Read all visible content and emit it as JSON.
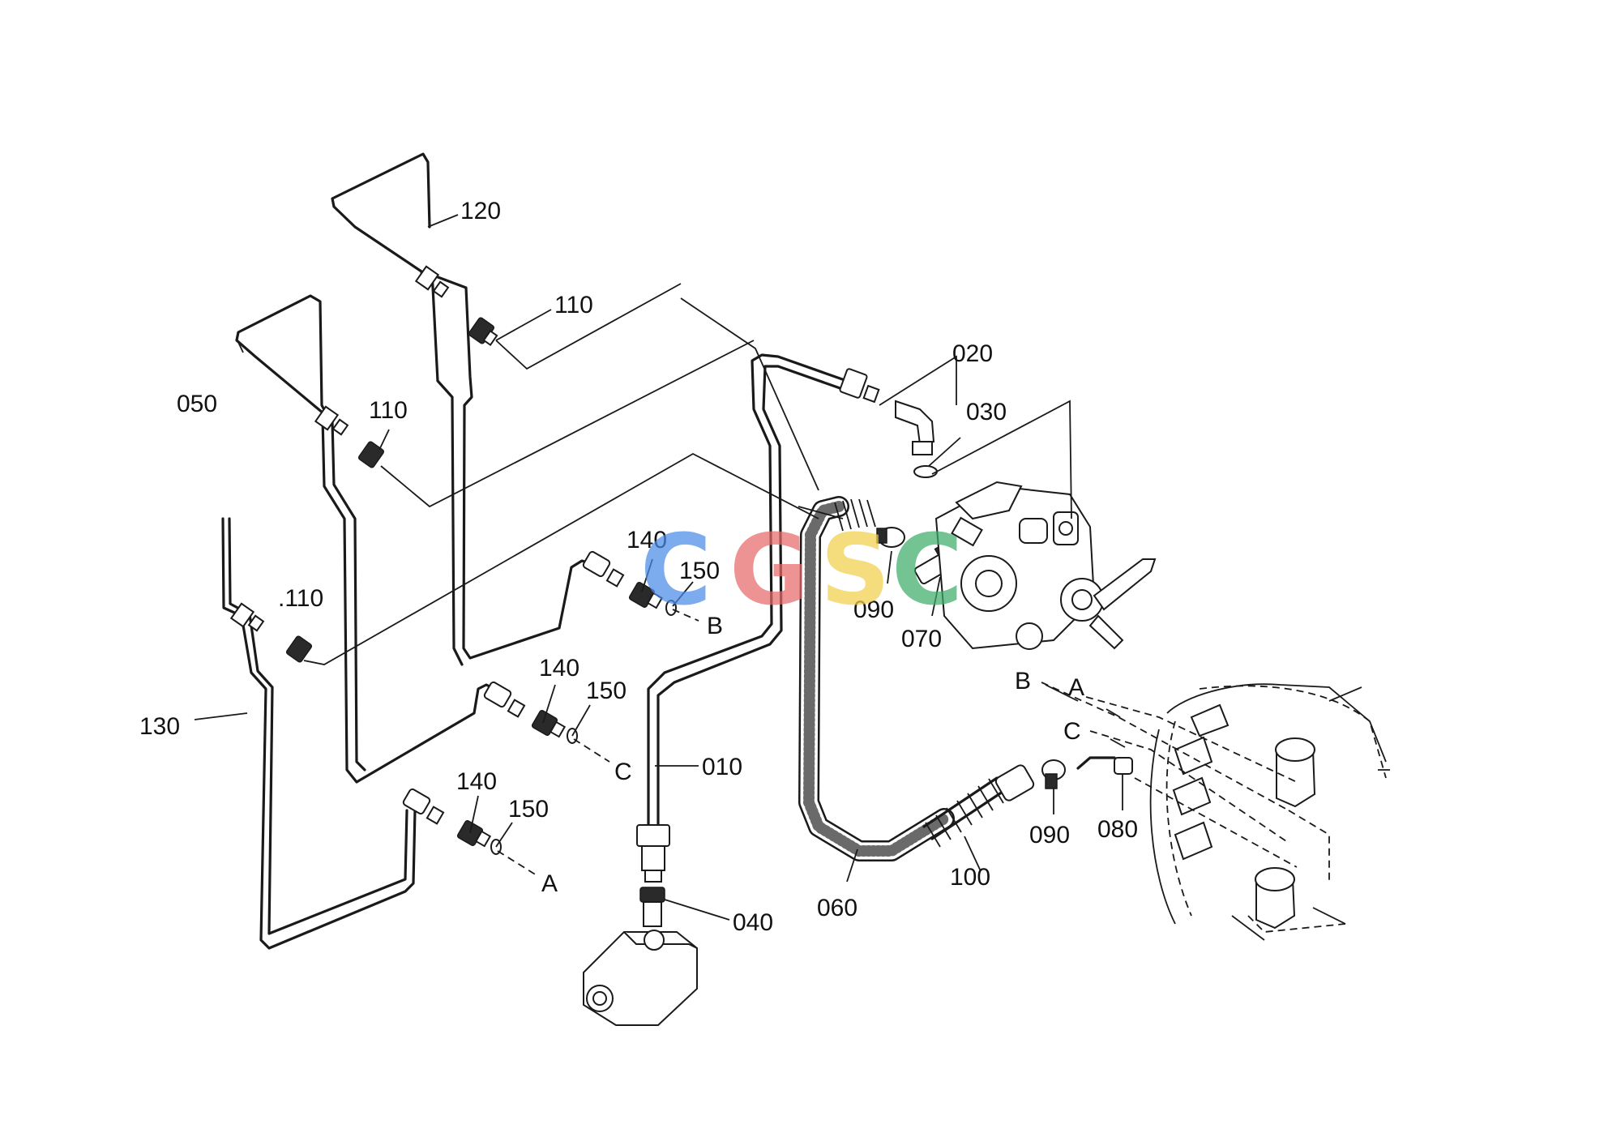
{
  "labels": {
    "p120": "120",
    "p110a": "110",
    "p110b": "110",
    "p110c": ".110",
    "p050": "050",
    "p130": "130",
    "p020": "020",
    "p030": "030",
    "p140a": "140",
    "p150a": "150",
    "p140b": "140",
    "p150b": "150",
    "p140c": "140",
    "p150c": "150",
    "p010": "010",
    "p040": "040",
    "p090a": "090",
    "p070": "070",
    "p090b": "090",
    "p080": "080",
    "p060": "060",
    "p100": "100"
  },
  "callouts": {
    "b1": "B",
    "c1": "C",
    "a1": "A",
    "b2": "B",
    "a2": "A",
    "c2": "C"
  },
  "watermark": {
    "letters": [
      "C",
      "G",
      "S",
      "C"
    ],
    "colors": [
      "#4a8be8",
      "#e86a6a",
      "#f2cf4a",
      "#3fae6a"
    ]
  }
}
